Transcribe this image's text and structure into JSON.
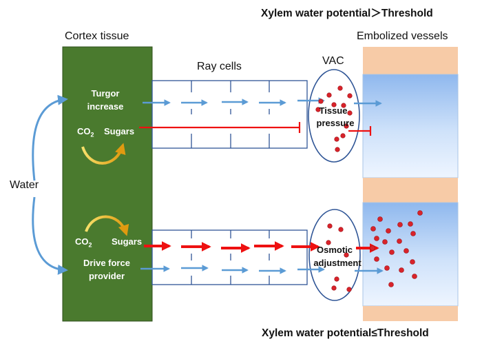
{
  "headers": {
    "top": "Xylem water potential＞Threshold",
    "bottom": "Xylem water potential≤Threshold"
  },
  "labels": {
    "cortex": "Cortex tissue",
    "ray": "Ray cells",
    "vac": "VAC",
    "embolized": "Embolized vessels",
    "water": "Water"
  },
  "top_panel": {
    "turgor_1": "Turgor",
    "turgor_2": "increase",
    "co2_main": "CO",
    "co2_sub": "2",
    "sugars": "Sugars",
    "tissue_1": "Tissue",
    "tissue_2": "pressure"
  },
  "bottom_panel": {
    "co2_main": "CO",
    "co2_sub": "2",
    "sugars": "Sugars",
    "drive_1": "Drive force",
    "drive_2": "provider",
    "osmotic_1": "Osmotic",
    "osmotic_2": "adjustment"
  },
  "colors": {
    "cortex_fill": "#4a7a2e",
    "vessel_wall": "#f7cba7",
    "ray_border": "#2f5596",
    "blue_arrow": "#5b9bd5",
    "red_arrow": "#ee1111",
    "dot": "#d8232a",
    "sugar_arrow": "#f2b417"
  }
}
